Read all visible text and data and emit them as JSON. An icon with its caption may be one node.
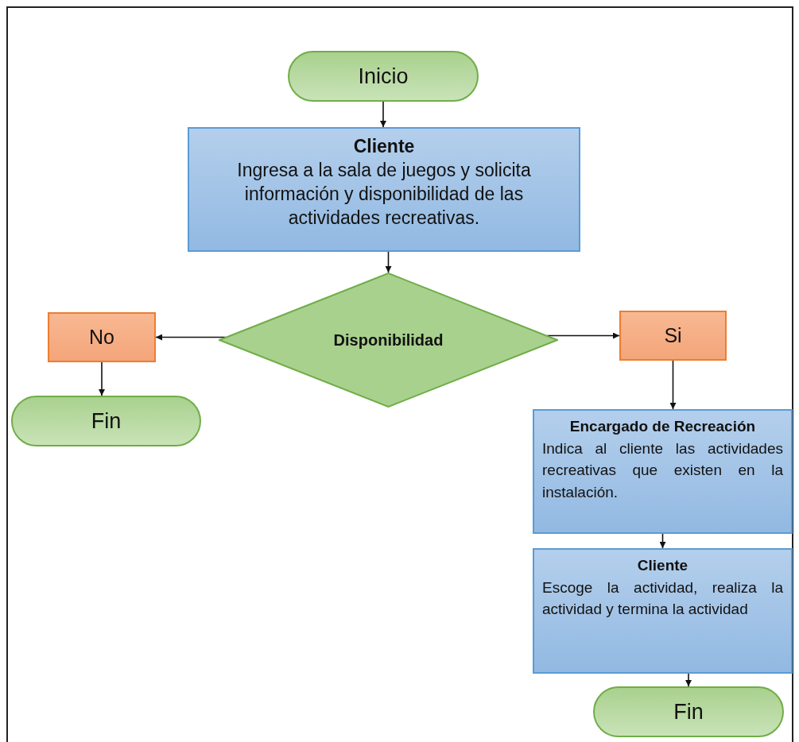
{
  "diagram": {
    "nodes": [
      {
        "text": [
          "Inicio"
        ]
      },
      {
        "text": [
          "Cliente",
          "Ingresa a la sala de juegos y solicita información y disponibilidad de las actividades recreativas."
        ]
      },
      {
        "text": [
          "Disponibilidad"
        ]
      },
      {
        "text": [
          "No"
        ]
      },
      {
        "text": [
          "Fin"
        ]
      },
      {
        "text": [
          "Si"
        ]
      },
      {
        "text": [
          "Encargado de Recreación",
          "Indica al cliente las actividades recreativas que existen en la instalación."
        ]
      },
      {
        "text": [
          "Cliente",
          "Escoge la actividad, realiza la actividad y termina la actividad"
        ]
      },
      {
        "text": [
          "Fin"
        ]
      }
    ],
    "edges": [
      {
        "from": 0,
        "to": 1,
        "arrow": "to"
      },
      {
        "from": 1,
        "to": 2,
        "arrow": "to"
      },
      {
        "from": 2,
        "to": 3,
        "arrow": "to"
      },
      {
        "from": 3,
        "to": 4,
        "arrow": "to"
      },
      {
        "from": 2,
        "to": 5,
        "arrow": "to"
      },
      {
        "from": 5,
        "to": 6,
        "arrow": "to"
      },
      {
        "from": 6,
        "to": 7,
        "arrow": "to"
      },
      {
        "from": 7,
        "to": 8,
        "arrow": "to"
      }
    ]
  }
}
